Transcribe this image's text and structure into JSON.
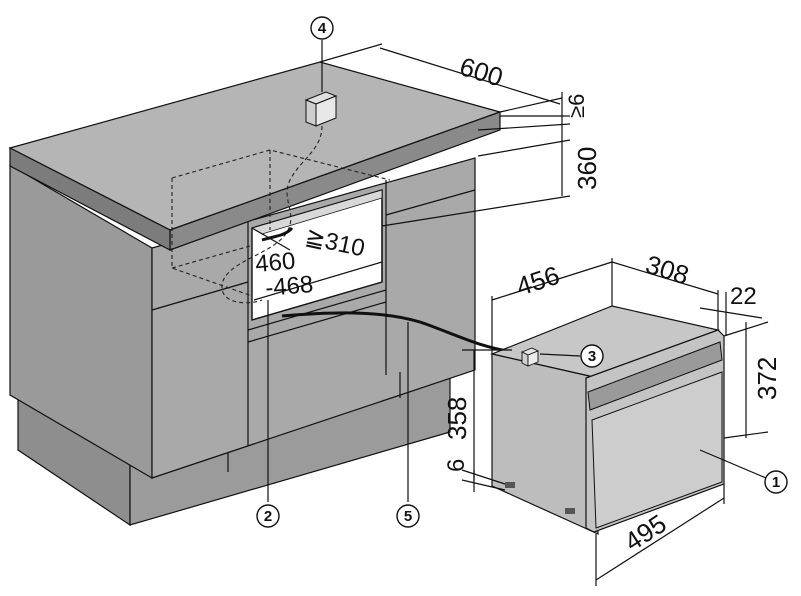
{
  "dimensions": {
    "depth_top": "600",
    "gap_min": "≥6",
    "niche_height": "360",
    "niche_depth_min": "≧310",
    "niche_width_a": "460",
    "niche_width_b": "-468",
    "appliance_width": "456",
    "appliance_depth": "308",
    "front_thickness": "22",
    "front_height": "372",
    "body_height": "358",
    "foot_height": "6",
    "overall_depth": "495"
  },
  "callouts": [
    {
      "id": "1"
    },
    {
      "id": "2"
    },
    {
      "id": "3"
    },
    {
      "id": "4"
    },
    {
      "id": "5"
    }
  ],
  "colors": {
    "cabinet": "#a9a9a9",
    "cabinet_dark": "#8e8e8e",
    "countertop": "#b5b5b5",
    "appliance": "#bdbdbd",
    "outline": "#111111"
  }
}
